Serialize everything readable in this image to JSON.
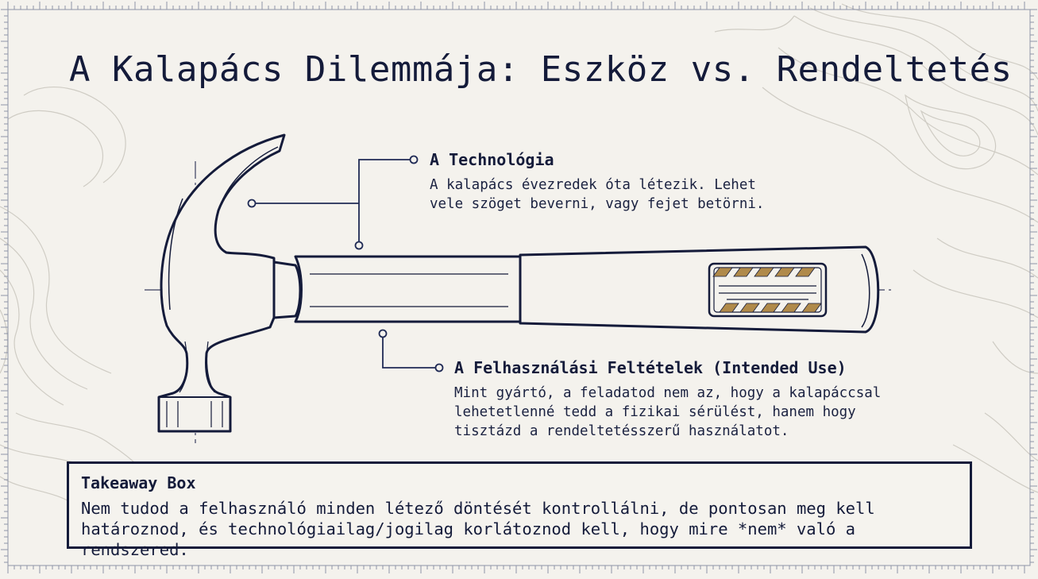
{
  "title": "A Kalapács Dilemmája: Eszköz vs. Rendeltetés",
  "callouts": {
    "technology": {
      "title": "A Technológia",
      "body": "A kalapács évezredek óta létezik. Lehet\nvele szöget beverni, vagy fejet betörni."
    },
    "intended_use": {
      "title": "A Felhasználási Feltételek (Intended Use)",
      "body": "Mint gyártó, a feladatod nem az, hogy a kalapáccsal\nlehetetlenné tedd a fizikai sérülést, hanem hogy\ntisztázd a rendeltetésszerű használatot."
    }
  },
  "takeaway": {
    "heading": "Takeaway Box",
    "text": "Nem tudod a felhasználó minden létező döntését kontrollálni, de pontosan meg kell\nhatároznod, és technológiailag/jogilag korlátoznod kell, hogy mire *nem* való a rendszered."
  },
  "colors": {
    "background": "#f4f2ed",
    "ink": "#141b3a",
    "grip_accent": "#b08a4a",
    "contour": "#c9c7c0"
  }
}
